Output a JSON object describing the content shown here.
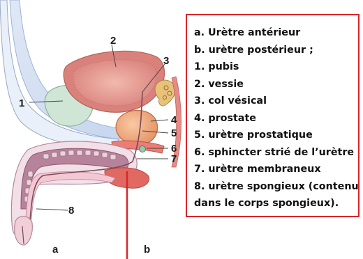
{
  "diagram": {
    "callouts": [
      "1",
      "2",
      "3",
      "4",
      "5",
      "6",
      "7",
      "8"
    ],
    "sublabels": [
      "a",
      "b"
    ]
  },
  "legend": {
    "lines": [
      "a. Urètre antérieur",
      "b. urètre postérieur ;",
      "1. pubis",
      "2. vessie",
      "3. col vésical",
      "4. prostate",
      "5. urètre prostatique",
      "6. sphincter strié de l’urètre",
      "7. urètre membraneux",
      "8. urètre spongieux (contenu",
      "dans le corps spongieux)."
    ]
  },
  "colors": {
    "frame_red": "#d9252b",
    "tissue_pink": "#e8b4c4",
    "muscle_red": "#e06a62",
    "pubis_green": "#cfe6d6",
    "prostate_orange": "#f0a37a"
  }
}
